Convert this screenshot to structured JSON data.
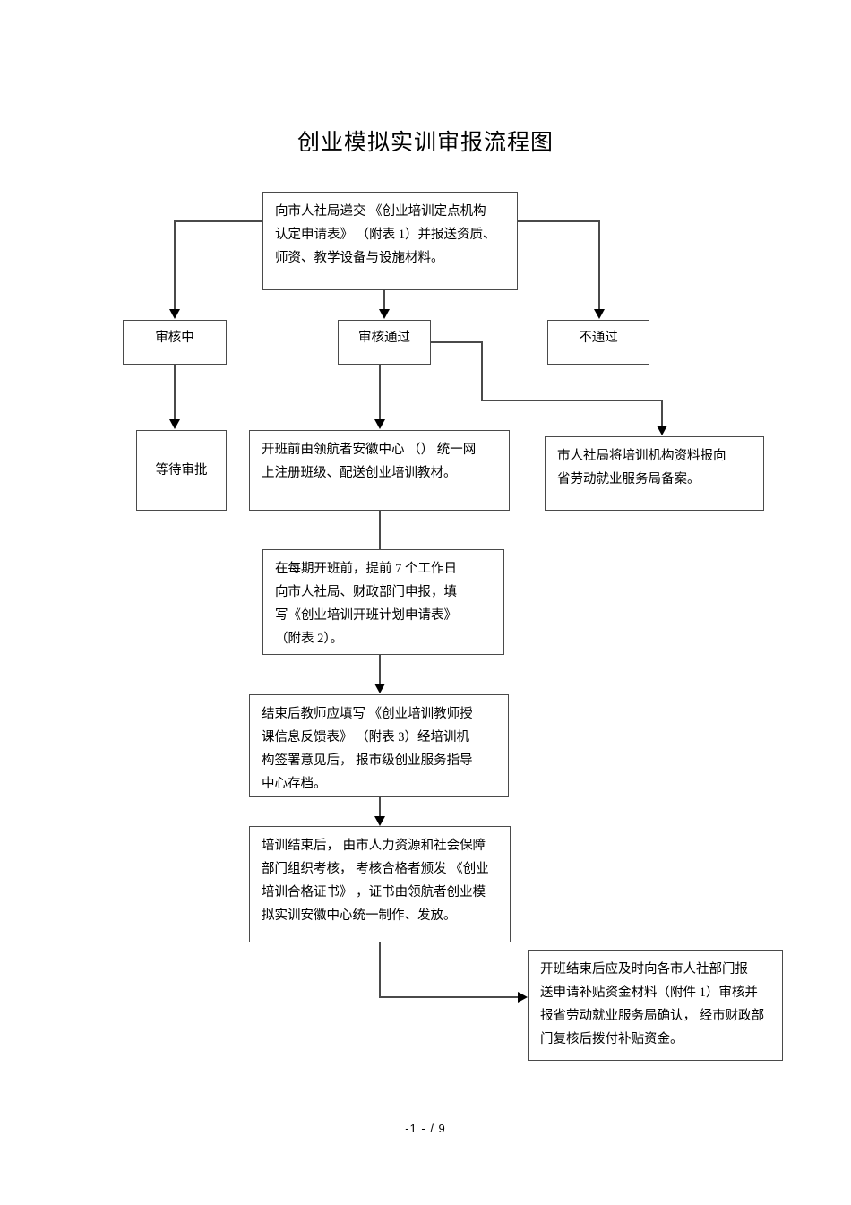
{
  "document": {
    "title": "创业模拟实训审报流程图",
    "footer": "-1 - / 9",
    "page_number": "1",
    "page_total": "9"
  },
  "flowchart": {
    "type": "flowchart",
    "nodes": [
      {
        "id": "submit-application",
        "label": "向市人社局递交 《创业培训定点机构\n认定申请表》 （附表 1）并报送资质、\n师资、教学设备与设施材料。"
      },
      {
        "id": "under-review",
        "label": "审核中"
      },
      {
        "id": "review-passed",
        "label": "审核通过"
      },
      {
        "id": "review-failed",
        "label": "不通过"
      },
      {
        "id": "await-approval",
        "label": "等待审批"
      },
      {
        "id": "register-class",
        "label": "开班前由领航者安徽中心 （） 统一网\n上注册班级、配送创业培训教材。"
      },
      {
        "id": "record-filing",
        "label": "市人社局将培训机构资料报向\n省劳动就业服务局备案。"
      },
      {
        "id": "class-plan",
        "label": "在每期开班前，提前 7 个工作日\n向市人社局、财政部门申报，填\n写《创业培训开班计划申请表》\n（附表 2）。"
      },
      {
        "id": "teacher-feedback",
        "label": "结束后教师应填写 《创业培训教师授\n课信息反馈表》 （附表 3）经培训机\n构签署意见后， 报市级创业服务指导\n中心存档。"
      },
      {
        "id": "assessment-certificate",
        "label": "培训结束后， 由市人力资源和社会保障\n部门组织考核， 考核合格者颁发 《创业\n培训合格证书》 ，证书由领航者创业模\n拟实训安徽中心统一制作、发放。"
      },
      {
        "id": "subsidy-application",
        "label": "开班结束后应及时向各市人社部门报\n送申请补贴资金材料（附件 1）审核并\n报省劳动就业服务局确认， 经市财政部\n门复核后拨付补贴资金。"
      }
    ],
    "edges": [
      {
        "from": "submit-application",
        "to": "under-review"
      },
      {
        "from": "submit-application",
        "to": "review-passed"
      },
      {
        "from": "submit-application",
        "to": "review-failed"
      },
      {
        "from": "under-review",
        "to": "await-approval"
      },
      {
        "from": "review-passed",
        "to": "register-class"
      },
      {
        "from": "review-passed",
        "to": "record-filing"
      },
      {
        "from": "register-class",
        "to": "class-plan"
      },
      {
        "from": "class-plan",
        "to": "teacher-feedback"
      },
      {
        "from": "teacher-feedback",
        "to": "assessment-certificate"
      },
      {
        "from": "assessment-certificate",
        "to": "subsidy-application"
      }
    ],
    "colors": {
      "border": "#4a4a4a",
      "arrow": "#000000",
      "background": "#ffffff",
      "text": "#000000"
    }
  }
}
